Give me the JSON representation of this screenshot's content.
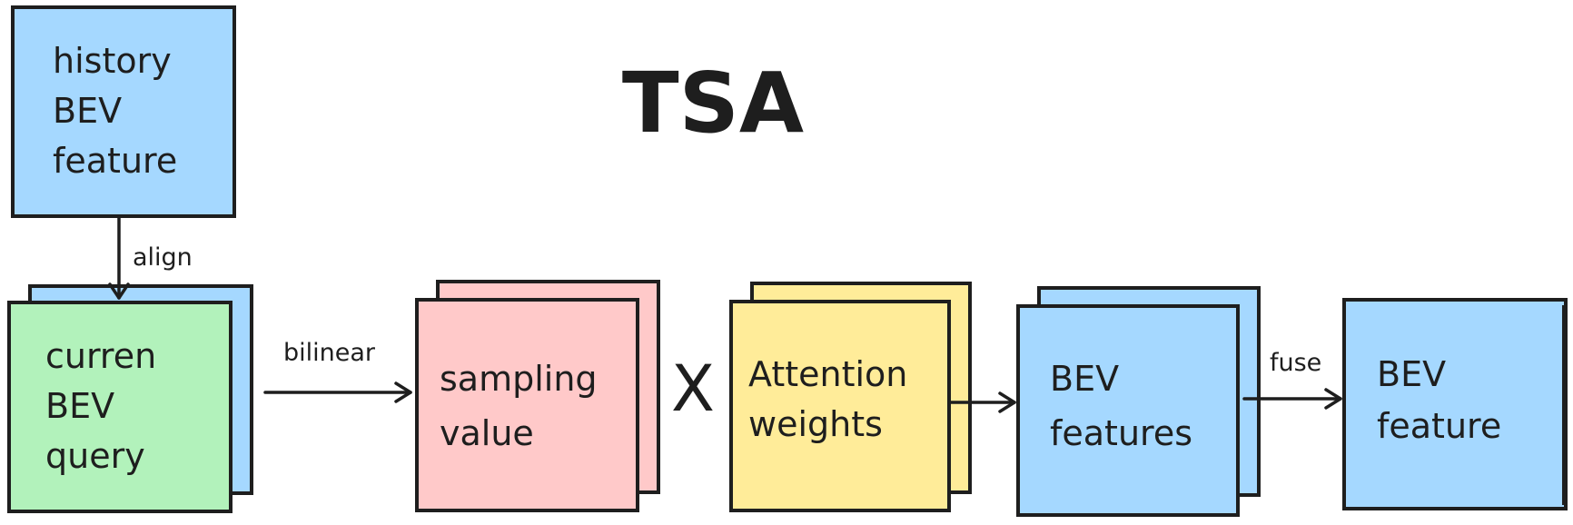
{
  "title": "TSA",
  "operator": "X",
  "colors": {
    "blue": "#a5d8ff",
    "green": "#b2f2bb",
    "pink": "#ffc9c9",
    "yellow": "#ffec99",
    "stroke": "#1e1e1e"
  },
  "nodes": {
    "history": {
      "lines": [
        "history",
        "BEV",
        "feature"
      ],
      "color": "blue",
      "stacked": false
    },
    "current": {
      "lines": [
        "curren",
        "BEV",
        "query"
      ],
      "color": "green",
      "stacked": true,
      "back_color": "blue"
    },
    "sampling": {
      "lines": [
        "sampling",
        "value"
      ],
      "color": "pink",
      "stacked": true,
      "back_color": "pink"
    },
    "attention": {
      "lines": [
        "Attention",
        "weights"
      ],
      "color": "yellow",
      "stacked": true,
      "back_color": "yellow"
    },
    "bev_features": {
      "lines": [
        "BEV",
        "features"
      ],
      "color": "blue",
      "stacked": true,
      "back_color": "blue"
    },
    "bev_feature": {
      "lines": [
        "BEV",
        "feature"
      ],
      "color": "blue",
      "stacked": false
    }
  },
  "edges": [
    {
      "from": "history",
      "to": "current",
      "label": "align"
    },
    {
      "from": "current",
      "to": "sampling",
      "label": "bilinear"
    },
    {
      "from": "attention",
      "to": "bev_features",
      "label": ""
    },
    {
      "from": "bev_features",
      "to": "bev_feature",
      "label": "fuse"
    }
  ]
}
